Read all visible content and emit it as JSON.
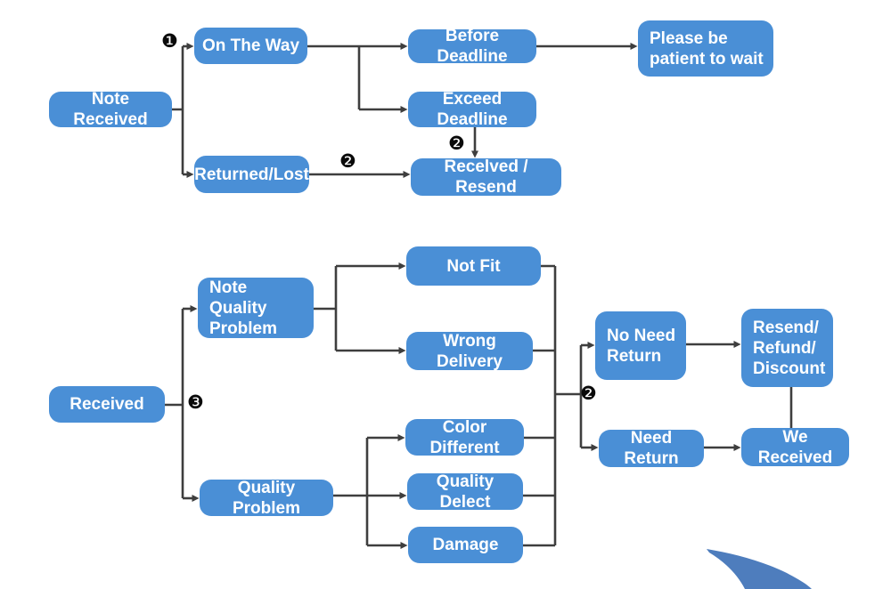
{
  "diagram": {
    "type": "flowchart",
    "colors": {
      "node_fill": "#4a8fd6",
      "node_text": "#ffffff",
      "connector": "#3e3e3e",
      "badge_text": "#0a0a0a",
      "swoosh_fill": "#4e7dbd",
      "background": "#ffffff"
    },
    "nodes": {
      "note_received": "Note Received",
      "on_the_way": "On The Way",
      "before_deadline": "Before Deadline",
      "please_wait": "Please be\npatient to wait",
      "exceed_deadline": "Exceed Deadline",
      "returned_lost": "Returned/Lost",
      "received_resend": "Recelved / Resend",
      "received": "Received",
      "note_quality_problem": "Note Quality\nProblem",
      "quality_problem": "Quality Problem",
      "not_fit": "Not Fit",
      "wrong_delivery": "Wrong Delivery",
      "color_different": "Color Different",
      "quality_delect": "Quality Delect",
      "damage": "Damage",
      "no_need_return": "No Need\nReturn",
      "resend_refund_discount": "Resend/\nRefund/\nDiscount",
      "need_return": "Need Return",
      "we_received": "We Received"
    },
    "badges": {
      "step1": "❶",
      "step2_returned": "❷",
      "step2_resend": "❷",
      "step3": "❸",
      "step2_branch": "❷"
    }
  }
}
